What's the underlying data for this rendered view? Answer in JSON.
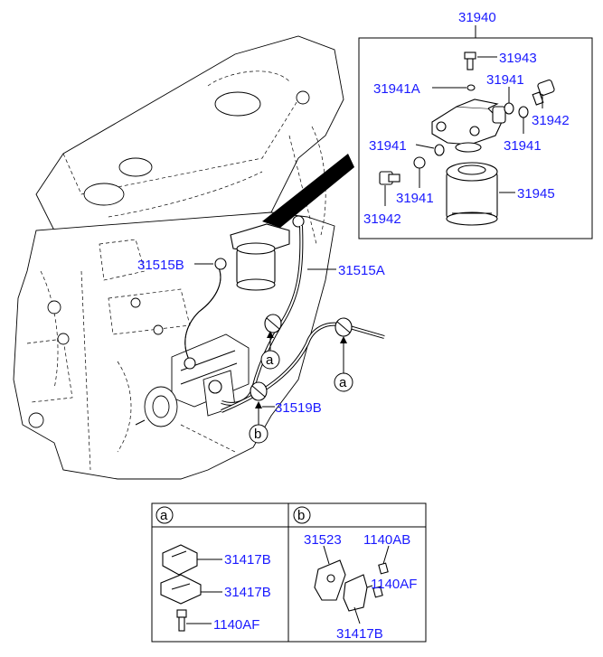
{
  "colors": {
    "label": "#1a1aff",
    "line": "#000000",
    "background": "#ffffff"
  },
  "callouts": {
    "p31940": "31940",
    "p31943": "31943",
    "p31941A": "31941A",
    "p31941_top": "31941",
    "p31942_right": "31942",
    "p31941_left": "31941",
    "p31941_right": "31941",
    "p31941_bottom": "31941",
    "p31945": "31945",
    "p31942_left": "31942",
    "p31515B": "31515B",
    "p31515A": "31515A",
    "p31519B": "31519B"
  },
  "ref_markers": {
    "a1": "a",
    "a2": "a",
    "b1": "b"
  },
  "legend": {
    "cell_a": {
      "header": "a",
      "items": [
        "31417B",
        "31417B",
        "1140AF"
      ]
    },
    "cell_b": {
      "header": "b",
      "items": [
        "31523",
        "1140AB",
        "1140AF",
        "31417B"
      ]
    }
  }
}
